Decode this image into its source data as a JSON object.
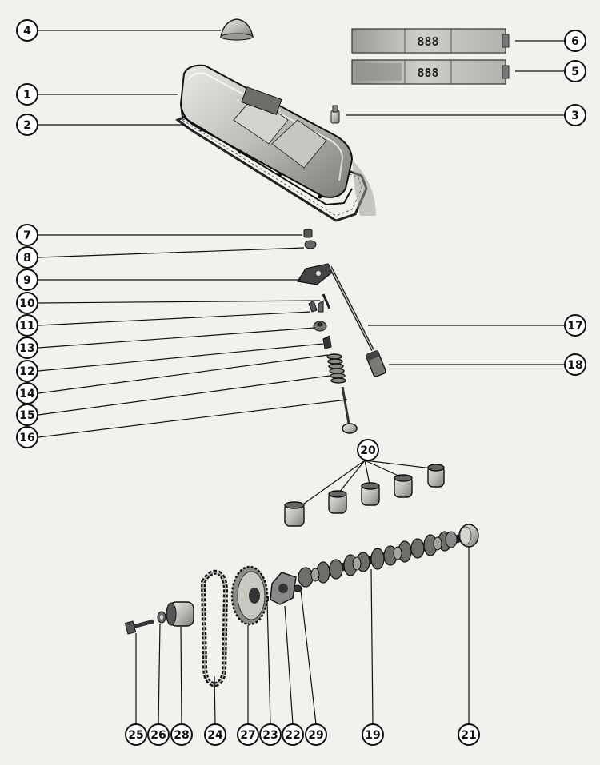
{
  "diagram": {
    "labels": {
      "c1": "1",
      "c2": "2",
      "c3": "3",
      "c4": "4",
      "c5": "5",
      "c6": "6",
      "c7": "7",
      "c8": "8",
      "c9": "9",
      "c10": "10",
      "c11": "11",
      "c12": "12",
      "c13": "13",
      "c14": "14",
      "c15": "15",
      "c16": "16",
      "c17": "17",
      "c18": "18",
      "c19": "19",
      "c20": "20",
      "c21": "21",
      "c22": "22",
      "c23": "23",
      "c24": "24",
      "c25": "25",
      "c26": "26",
      "c27": "27",
      "c28": "28",
      "c29": "29"
    },
    "decal_text": "888"
  }
}
